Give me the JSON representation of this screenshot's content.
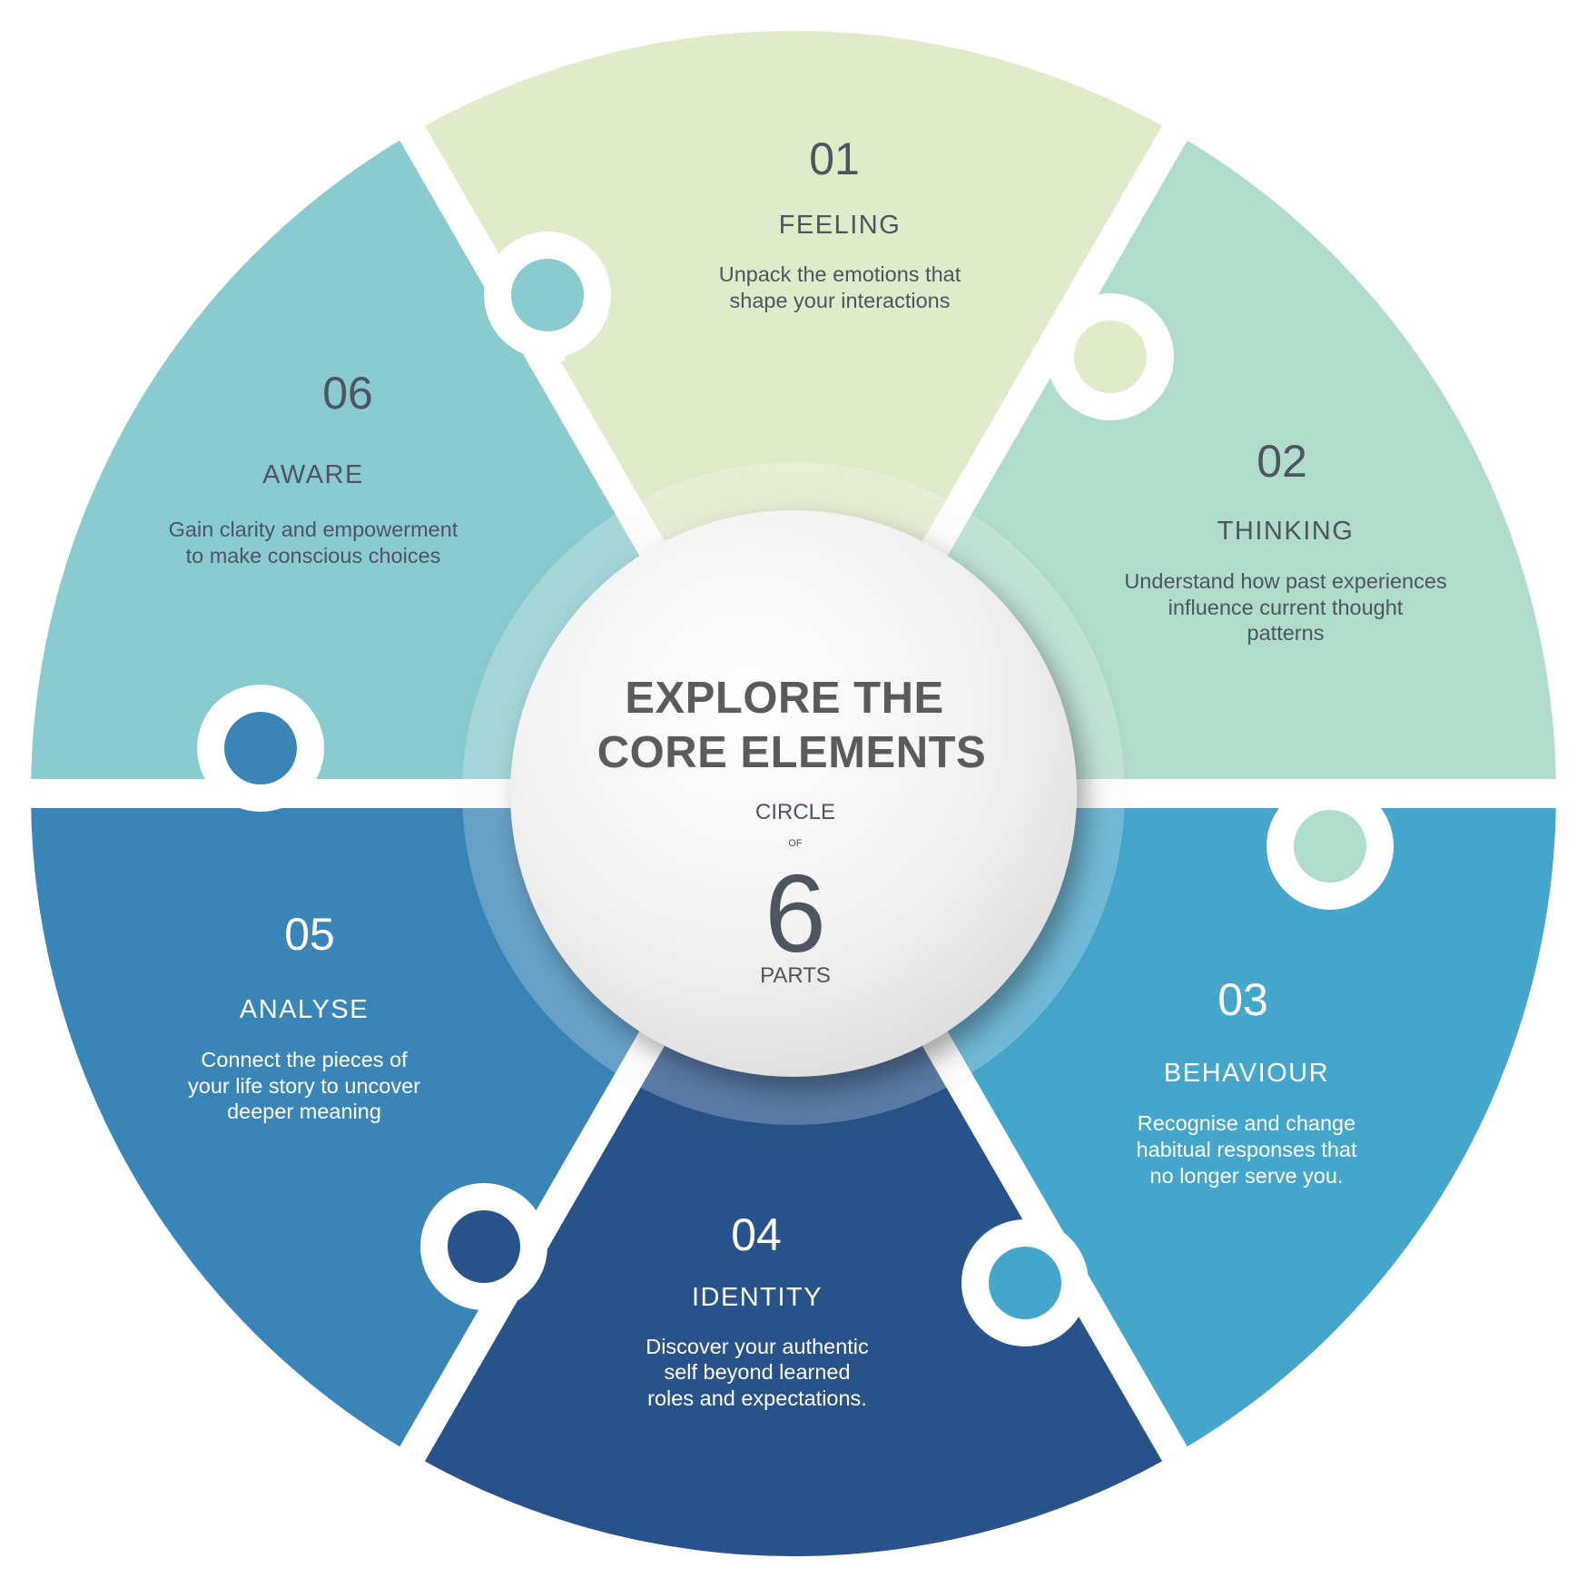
{
  "colors": {
    "feeling": "#dfebc9",
    "thinking": "#afdccb",
    "behaviour": "#45a6cc",
    "identity": "#28538a",
    "analyse": "#3a85b7",
    "aware": "#89cbd0",
    "dark_text": "#4c5560",
    "light_text": "#ffffff",
    "hub_text": "#5b5b5b"
  },
  "hub": {
    "title_line1": "EXPLORE THE",
    "title_line2": "CORE ELEMENTS",
    "circle": "CIRCLE",
    "of": "OF",
    "count": "6",
    "parts": "PARTS"
  },
  "segments": [
    {
      "num": "01",
      "title": "FEELING",
      "desc": [
        "Unpack the emotions that",
        "shape your interactions"
      ]
    },
    {
      "num": "02",
      "title": "THINKING",
      "desc": [
        "Understand how past experiences",
        "influence current thought",
        "patterns"
      ]
    },
    {
      "num": "03",
      "title": "BEHAVIOUR",
      "desc": [
        "Recognise and change",
        "habitual responses that",
        "no longer serve you."
      ]
    },
    {
      "num": "04",
      "title": "IDENTITY",
      "desc": [
        "Discover your authentic",
        "self beyond learned",
        "roles and expectations."
      ]
    },
    {
      "num": "05",
      "title": "ANALYSE",
      "desc": [
        "Connect the pieces of",
        "your life story to uncover",
        "deeper meaning"
      ]
    },
    {
      "num": "06",
      "title": "AWARE",
      "desc": [
        "Gain clarity and empowerment",
        "to make conscious choices"
      ]
    }
  ]
}
